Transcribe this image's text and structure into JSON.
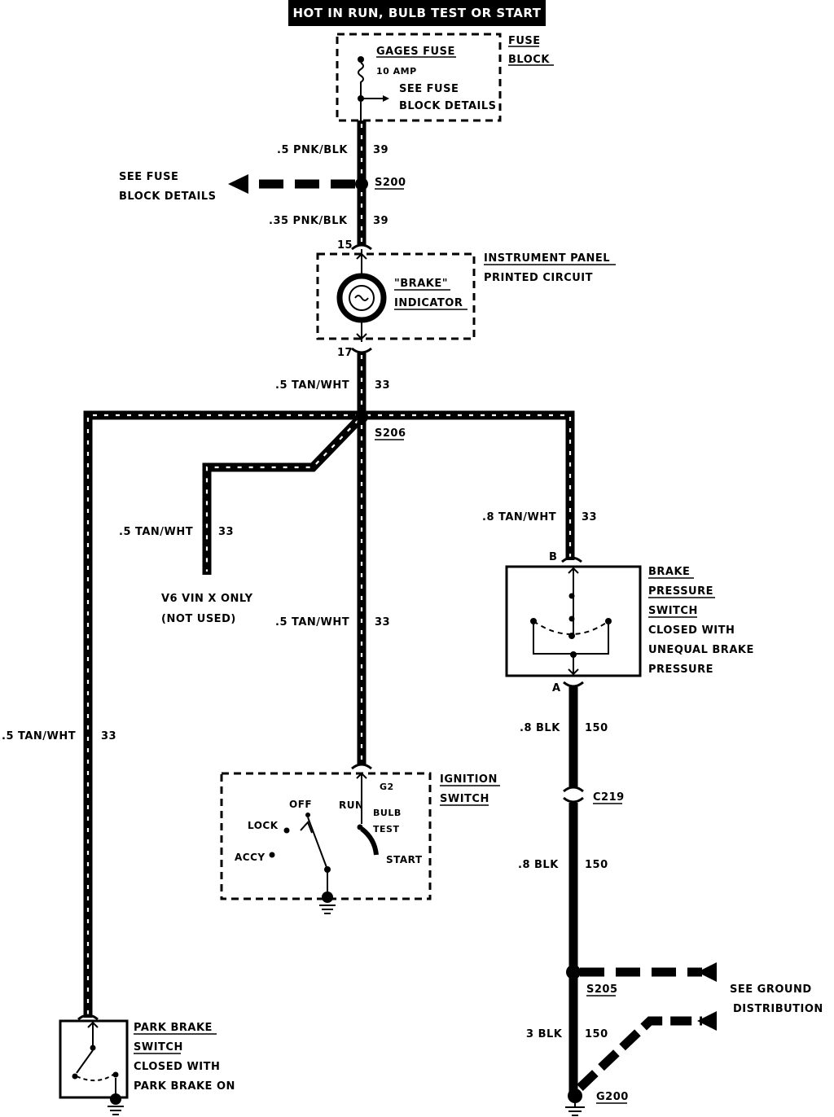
{
  "header": {
    "title": "HOT IN RUN, BULB TEST OR START"
  },
  "fuse_block": {
    "label_line1": "FUSE",
    "label_line2": "BLOCK",
    "fuse_name": "GAGES FUSE",
    "fuse_rating": "10 AMP",
    "note_line1": "SEE FUSE",
    "note_line2": "BLOCK DETAILS"
  },
  "wires": {
    "w1_gauge": ".5 PNK/BLK",
    "w1_circuit": "39",
    "w2_gauge": ".35 PNK/BLK",
    "w2_circuit": "39",
    "w3_gauge": ".5 TAN/WHT",
    "w3_circuit": "33",
    "w4_gauge": ".5 TAN/WHT",
    "w4_circuit": "33",
    "w5_gauge": ".5 TAN/WHT",
    "w5_circuit": "33",
    "w6_gauge": ".8 TAN/WHT",
    "w6_circuit": "33",
    "w7_gauge": ".5 TAN/WHT",
    "w7_circuit": "33",
    "w8_gauge": ".8 BLK",
    "w8_circuit": "150",
    "w9_gauge": ".8 BLK",
    "w9_circuit": "150",
    "w10_gauge": "3 BLK",
    "w10_circuit": "150"
  },
  "splices": {
    "s200": "S200",
    "s206": "S206",
    "s205": "S205",
    "c219": "C219",
    "g200": "G200"
  },
  "see_fuse_left": {
    "line1": "SEE FUSE",
    "line2": "BLOCK DETAILS"
  },
  "instrument_panel": {
    "label_line1": "INSTRUMENT PANEL",
    "label_line2": "PRINTED CIRCUIT",
    "indicator_line1": "\"BRAKE\"",
    "indicator_line2": "INDICATOR",
    "pin_top": "15",
    "pin_bottom": "17"
  },
  "v6_note": {
    "line1": "V6 VIN X ONLY",
    "line2": "(NOT USED)"
  },
  "brake_pressure_switch": {
    "line1": "BRAKE",
    "line2": "PRESSURE",
    "line3": "SWITCH",
    "line4": "CLOSED WITH",
    "line5": "UNEQUAL BRAKE",
    "line6": "PRESSURE",
    "pin_top": "B",
    "pin_bottom": "A"
  },
  "ignition_switch": {
    "label_line1": "IGNITION",
    "label_line2": "SWITCH",
    "pin": "G2",
    "pos_off": "OFF",
    "pos_run": "RUN",
    "pos_lock": "LOCK",
    "pos_accy": "ACCY",
    "pos_bulb1": "BULB",
    "pos_bulb2": "TEST",
    "pos_start": "START"
  },
  "park_brake_switch": {
    "line1": "PARK BRAKE",
    "line2": "SWITCH",
    "line3": "CLOSED WITH",
    "line4": "PARK BRAKE ON"
  },
  "ground_note": {
    "line1": "SEE GROUND",
    "line2": "DISTRIBUTION"
  }
}
